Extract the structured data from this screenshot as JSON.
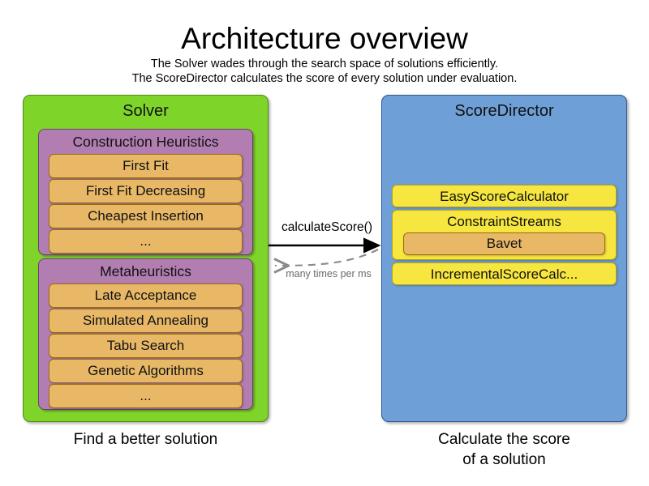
{
  "header": {
    "title": "Architecture overview",
    "subtitle_line1": "The Solver wades through the search space of solutions efficiently.",
    "subtitle_line2": "The ScoreDirector calculates the score of every solution under evaluation."
  },
  "solver": {
    "title": "Solver",
    "caption": "Find a better solution",
    "groups": [
      {
        "title": "Construction Heuristics",
        "items": [
          "First Fit",
          "First Fit Decreasing",
          "Cheapest Insertion",
          "..."
        ]
      },
      {
        "title": "Metaheuristics",
        "items": [
          "Late Acceptance",
          "Simulated Annealing",
          "Tabu Search",
          "Genetic Algorithms",
          "..."
        ]
      }
    ]
  },
  "score_director": {
    "title": "ScoreDirector",
    "caption_line1": "Calculate the score",
    "caption_line2": "of a solution",
    "calculators": [
      {
        "label": "EasyScoreCalculator",
        "nested": null
      },
      {
        "label": "ConstraintStreams",
        "nested": "Bavet"
      },
      {
        "label": "IncrementalScoreCalc...",
        "nested": null
      }
    ]
  },
  "arrows": {
    "request_label": "calculateScore()",
    "response_label": "many times per ms"
  },
  "colors": {
    "solver_green": "#7FD42A",
    "solver_green_border": "#4f8a16",
    "group_purple": "#B27EB2",
    "group_purple_border": "#6d3f6d",
    "item_orange": "#E8B867",
    "item_orange_border": "#9c6a10",
    "score_blue": "#6E9FD6",
    "score_blue_border": "#2f5596",
    "item_yellow": "#F6E63F",
    "item_yellow_border": "#b5a413",
    "arrow_solid": "#000000",
    "arrow_dashed": "#8a8a8a"
  }
}
